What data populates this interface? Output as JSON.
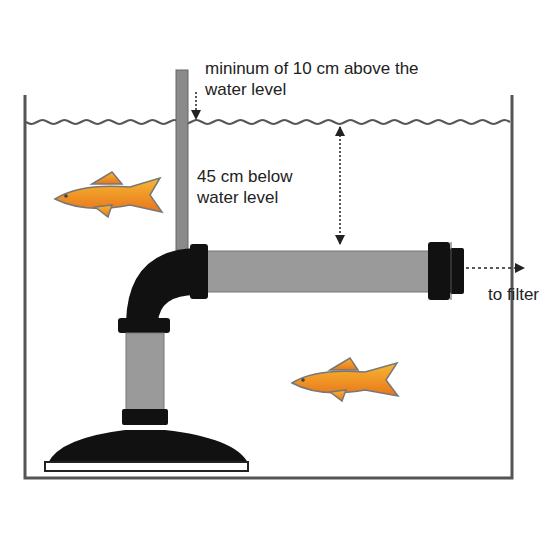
{
  "diagram": {
    "labels": [
      "mininum of 10 cm above the water level",
      "45 cm below water level",
      "to filter"
    ]
  }
}
